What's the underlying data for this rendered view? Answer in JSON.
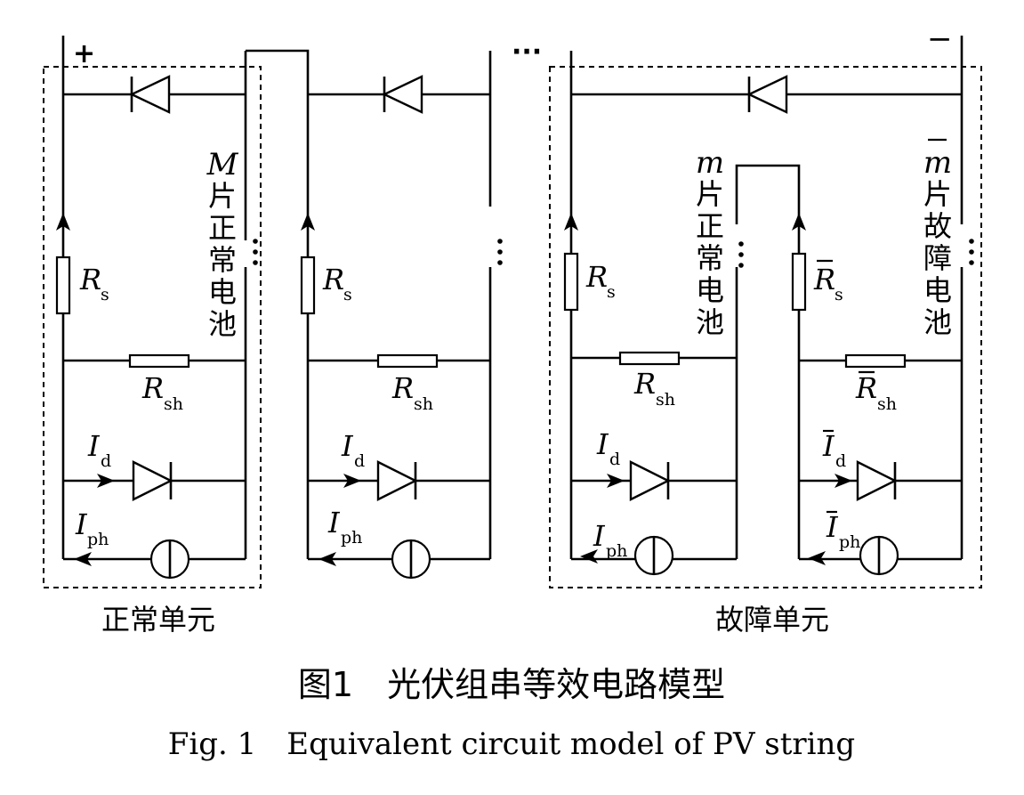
{
  "terminals": {
    "positive": "+",
    "negative": "−",
    "continuation": "···"
  },
  "units": {
    "normal": {
      "label": "正常单元",
      "cell_note": [
        "M",
        "片",
        "正",
        "常",
        "电",
        "池"
      ]
    },
    "fault": {
      "label": "故障单元",
      "normal_note": [
        "m",
        "片",
        "正",
        "常",
        "电",
        "池"
      ],
      "fault_note": [
        "m",
        "片",
        "故",
        "障",
        "电",
        "池"
      ]
    }
  },
  "symbols": {
    "Rs": {
      "base": "R",
      "sub": "s"
    },
    "Rsh": {
      "base": "R",
      "sub": "sh"
    },
    "Id": {
      "base": "I",
      "sub": "d"
    },
    "Iph": {
      "base": "I",
      "sub": "ph"
    }
  },
  "caption": {
    "zh": "图1　光伏组串等效电路模型",
    "en": "Fig. 1　Equivalent circuit model of PV string"
  }
}
